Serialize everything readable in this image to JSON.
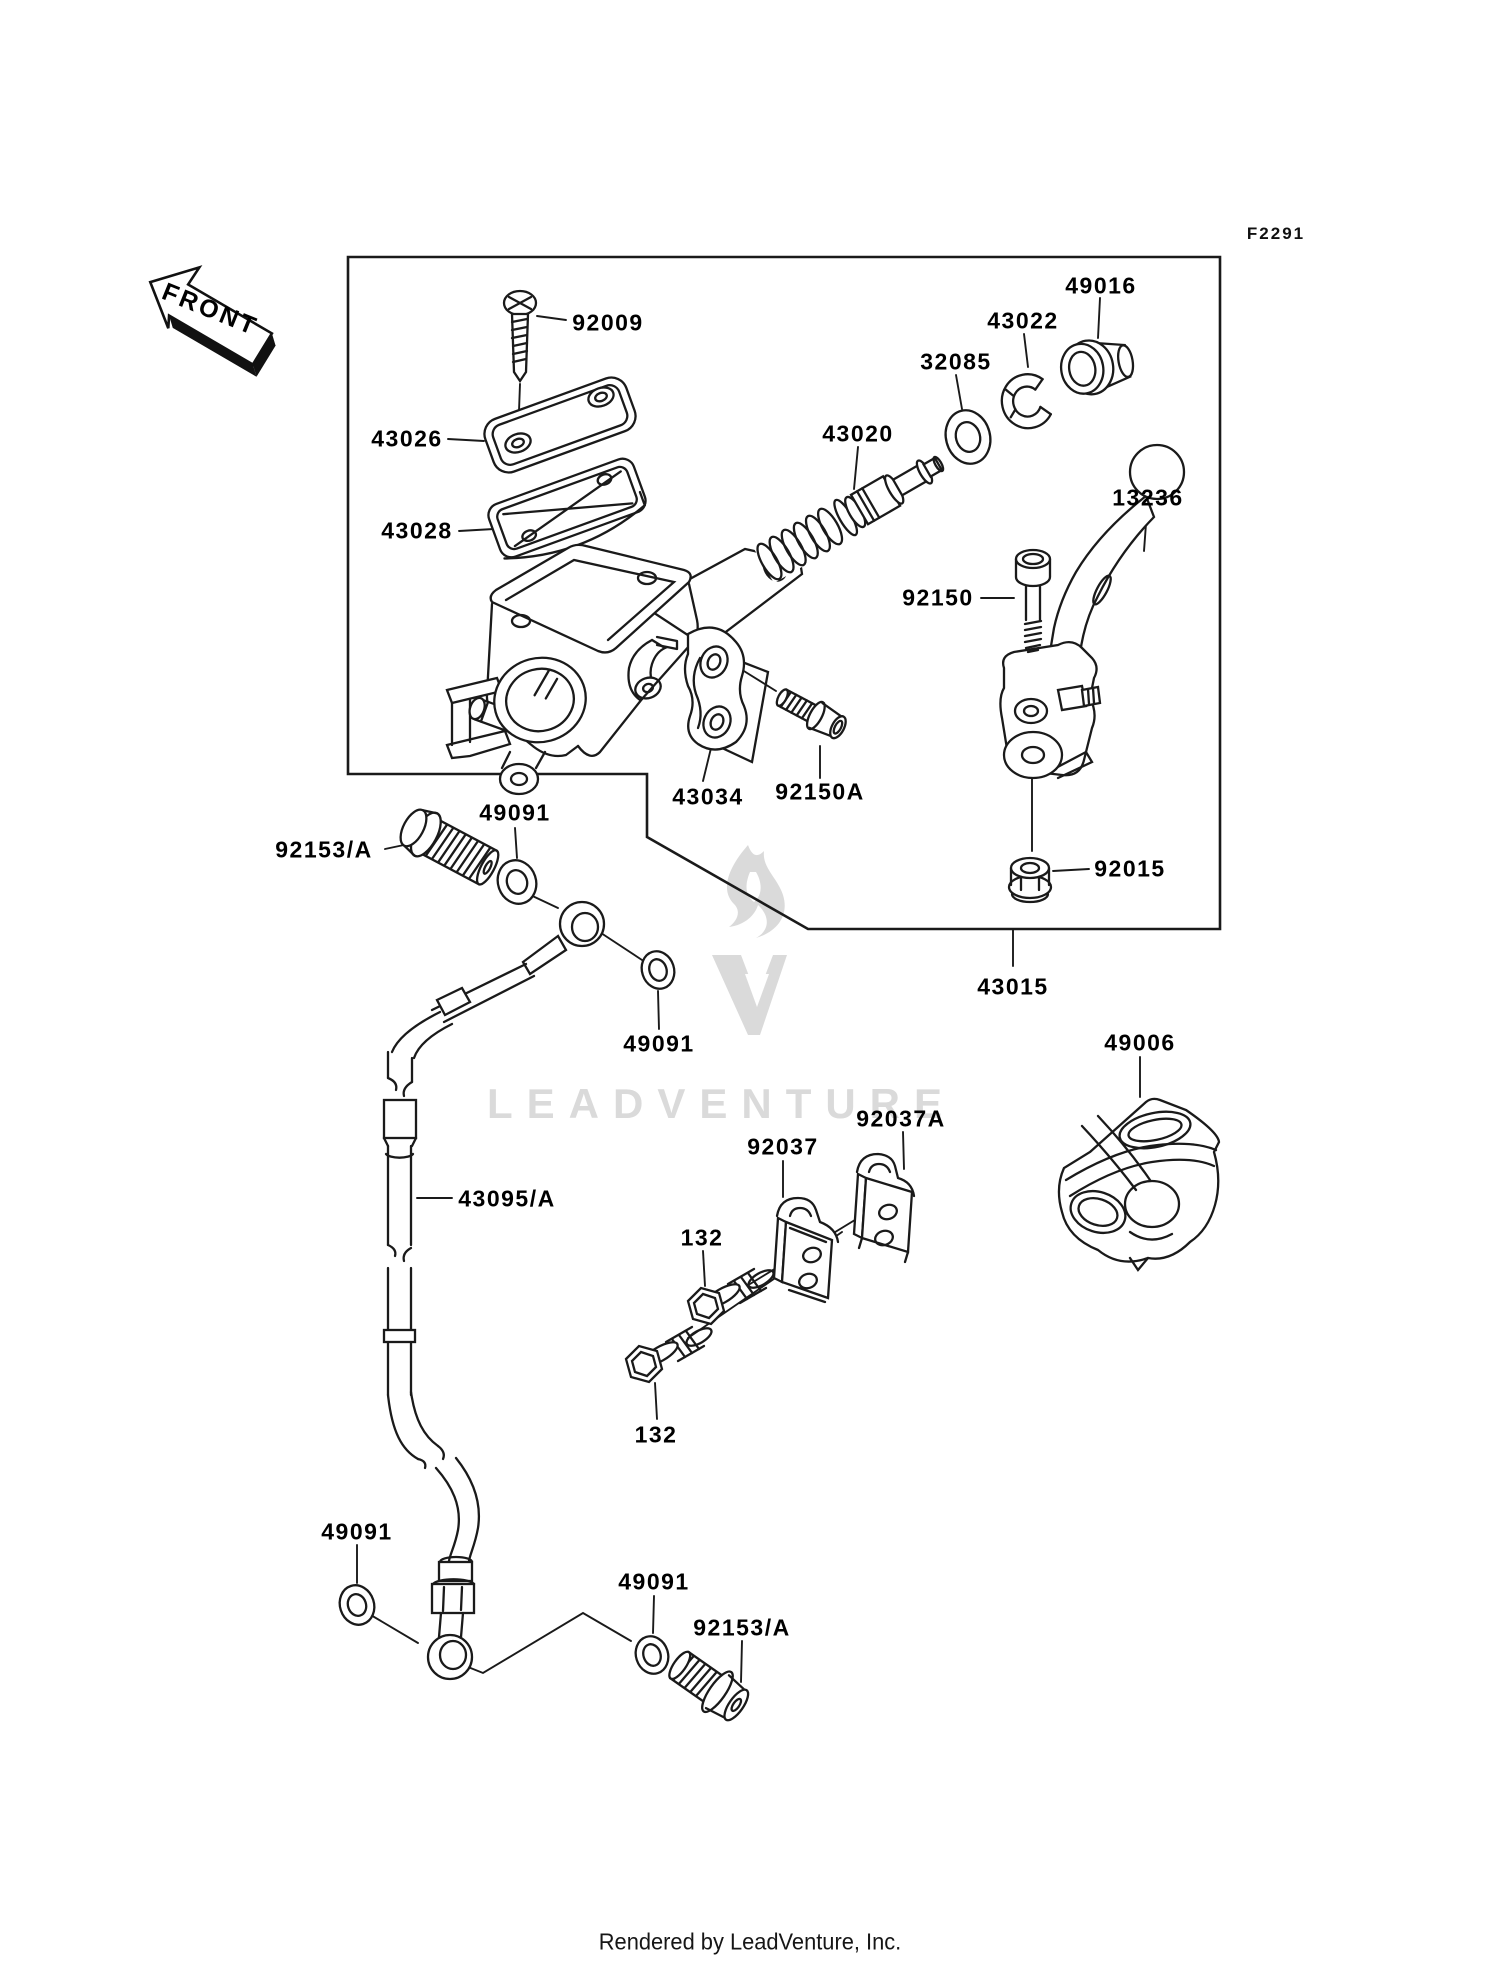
{
  "front_marker": {
    "label": "FRONT"
  },
  "diagram_code": "F2291",
  "watermark": {
    "text": "LEADVENTURE"
  },
  "footer": {
    "text": "Rendered by LeadVenture, Inc."
  },
  "colors": {
    "line": "#1a1a1a",
    "label": "#000000",
    "watermark": "#dadada",
    "background": "#ffffff"
  },
  "parts": [
    {
      "label": "92009"
    },
    {
      "label": "43026"
    },
    {
      "label": "43028"
    },
    {
      "label": "43020"
    },
    {
      "label": "32085"
    },
    {
      "label": "43022"
    },
    {
      "label": "49016"
    },
    {
      "label": "13236"
    },
    {
      "label": "92150"
    },
    {
      "label": "43034"
    },
    {
      "label": "92150A"
    },
    {
      "label": "92015"
    },
    {
      "label": "43015"
    },
    {
      "label": "92153/A"
    },
    {
      "label": "49091"
    },
    {
      "label": "49091"
    },
    {
      "label": "43095/A"
    },
    {
      "label": "49006"
    },
    {
      "label": "92037A"
    },
    {
      "label": "92037"
    },
    {
      "label": "132"
    },
    {
      "label": "132"
    },
    {
      "label": "49091"
    },
    {
      "label": "49091"
    },
    {
      "label": "92153/A"
    }
  ]
}
